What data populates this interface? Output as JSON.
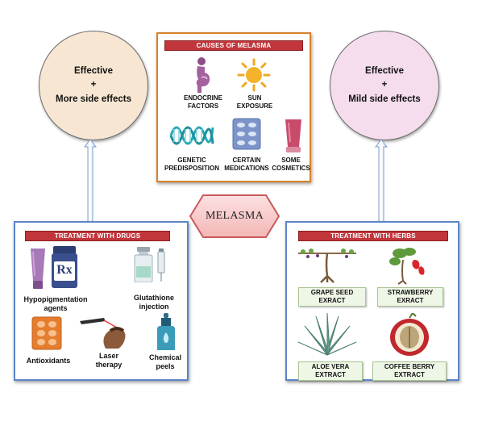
{
  "left_circle": {
    "line1": "Effective",
    "line2": "+",
    "line3": "More side effects"
  },
  "right_circle": {
    "line1": "Effective",
    "line2": "+",
    "line3": "Mild side effects"
  },
  "center_label": "MELASMA",
  "causes": {
    "banner": "CAUSES OF MELASMA",
    "items": [
      {
        "line1": "ENDOCRINE",
        "line2": "FACTORS"
      },
      {
        "line1": "SUN",
        "line2": "EXPOSURE"
      },
      {
        "line1": "GENETIC",
        "line2": "PREDISPOSITION"
      },
      {
        "line1": "CERTAIN",
        "line2": "MEDICATIONS"
      },
      {
        "line1": "SOME",
        "line2": "COSMETICS"
      }
    ]
  },
  "drugs": {
    "banner": "TREATMENT WITH DRUGS",
    "rx_text": "Rx",
    "items": [
      {
        "line1": "Hypopigmentation",
        "line2": "agents"
      },
      {
        "line1": "Glutathione",
        "line2": "injection"
      },
      {
        "line1": "Antioxidants",
        "line2": ""
      },
      {
        "line1": "Laser",
        "line2": "therapy"
      },
      {
        "line1": "Chemical",
        "line2": "peels"
      }
    ]
  },
  "herbs": {
    "banner": "TREATMENT WITH HERBS",
    "items": [
      {
        "line1": "GRAPE SEED",
        "line2": "EXRACT"
      },
      {
        "line1": "STRAWBERRY",
        "line2": "EXRACT"
      },
      {
        "line1": "ALOE VERA",
        "line2": "EXTRACT"
      },
      {
        "line1": "COFFEE BERRY",
        "line2": "EXTRACT"
      }
    ]
  },
  "colors": {
    "banner_red": "#c0363b",
    "causes_border": "#d9812a",
    "treatment_border": "#5a86c9",
    "left_circle_fill": "#f6e6d2",
    "right_circle_fill": "#f5ddee",
    "hexagon_fill": "#f7c9c9"
  },
  "icons": [
    "pregnant-woman-icon",
    "sun-icon",
    "dna-icon",
    "pill-blister-icon",
    "cosmetic-tube-icon",
    "cream-tube-icon",
    "rx-bottle-icon",
    "vial-syringe-icon",
    "pill-pack-icon",
    "laser-face-icon",
    "dropper-bottle-icon",
    "grape-vine-icon",
    "strawberry-plant-icon",
    "aloe-vera-icon",
    "coffee-berry-icon"
  ]
}
